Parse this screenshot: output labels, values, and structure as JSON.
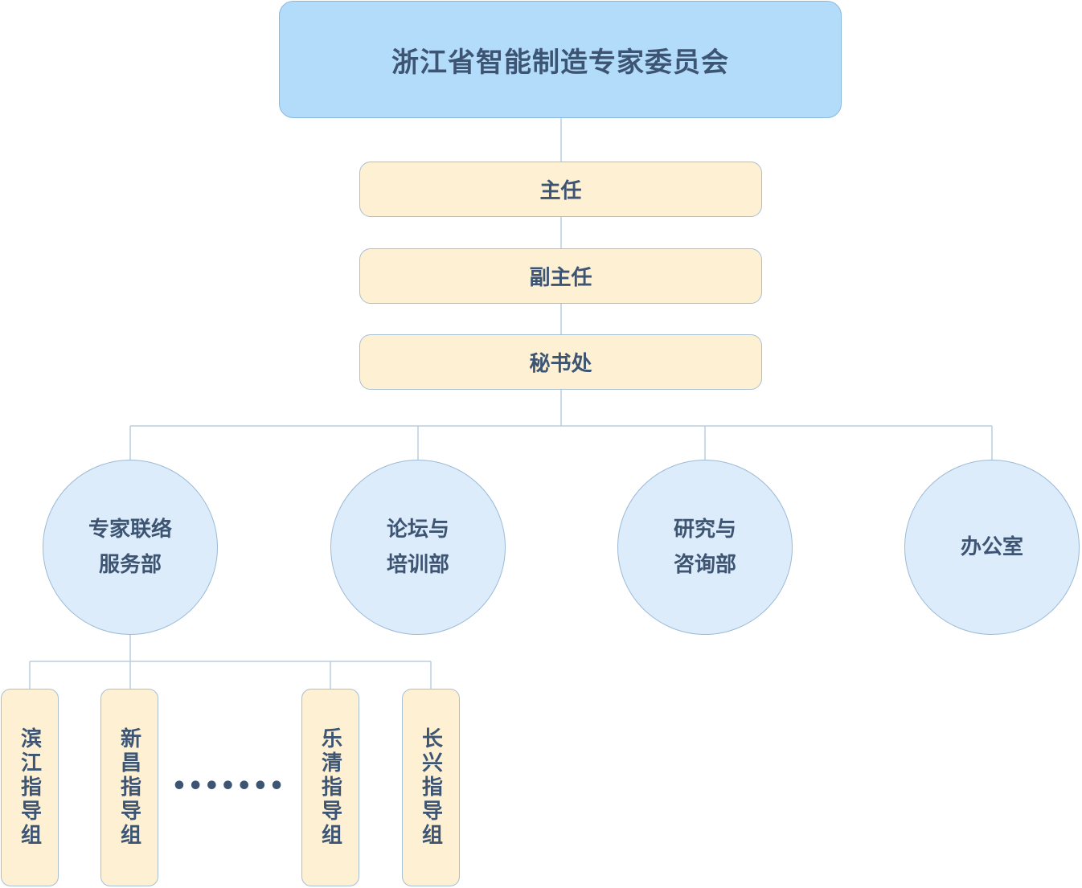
{
  "colors": {
    "title_fill": "#b3dcfb",
    "level_fill": "#fdf0d3",
    "dept_fill": "#dcecfb",
    "group_fill": "#fdf0d3",
    "text": "#3d5573",
    "connector": "#b9cde0"
  },
  "org": {
    "title": "浙江省智能制造专家委员会",
    "levels": [
      "主任",
      "副主任",
      "秘书处"
    ],
    "departments": [
      {
        "line1": "专家联络",
        "line2": "服务部"
      },
      {
        "line1": "论坛与",
        "line2": "培训部"
      },
      {
        "line1": "研究与",
        "line2": "咨询部"
      },
      {
        "line1": "办公室",
        "line2": ""
      }
    ],
    "groups": [
      "滨江指导组",
      "新昌指导组",
      "乐清指导组",
      "长兴指导组"
    ],
    "ellipsis": "•••••••"
  }
}
